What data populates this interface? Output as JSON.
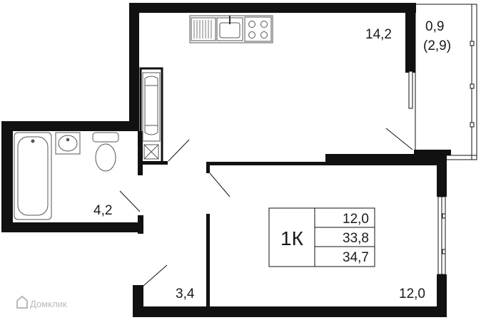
{
  "rooms": {
    "kitchen_living_area": "14,2",
    "balcony_area": "0,9",
    "balcony_area_full": "(2,9)",
    "bathroom_area": "4,2",
    "hallway_area": "3,4",
    "bedroom_area": "12,0"
  },
  "summary": {
    "type": "1К",
    "living_area": "12,0",
    "total_area": "33,8",
    "total_with_balcony": "34,7"
  },
  "watermark": "Домклик",
  "colors": {
    "wall": "#111111",
    "fixture": "#555555",
    "watermark": "#b9b9b9"
  }
}
